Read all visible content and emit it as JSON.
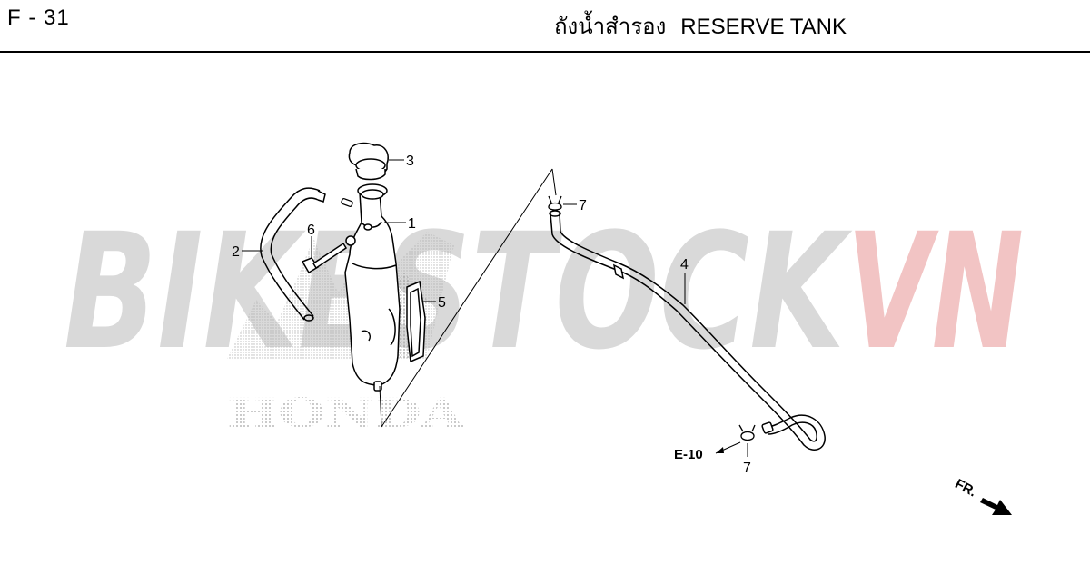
{
  "header": {
    "page_code": "F - 31",
    "title_thai": "ถังน้ำสำรอง",
    "title_en": "RESERVE TANK"
  },
  "watermark": {
    "text_main": "BIKESTOCK",
    "text_accent": "VN",
    "logo_text": "HONDA",
    "main_color": "#d9d9d9",
    "accent_color": "#f2c4c4"
  },
  "callouts": {
    "c1": "1",
    "c2": "2",
    "c3": "3",
    "c4": "4",
    "c5": "5",
    "c6": "6",
    "c7a": "7",
    "c7b": "7"
  },
  "references": {
    "e10": "E-10",
    "front": "FR."
  }
}
